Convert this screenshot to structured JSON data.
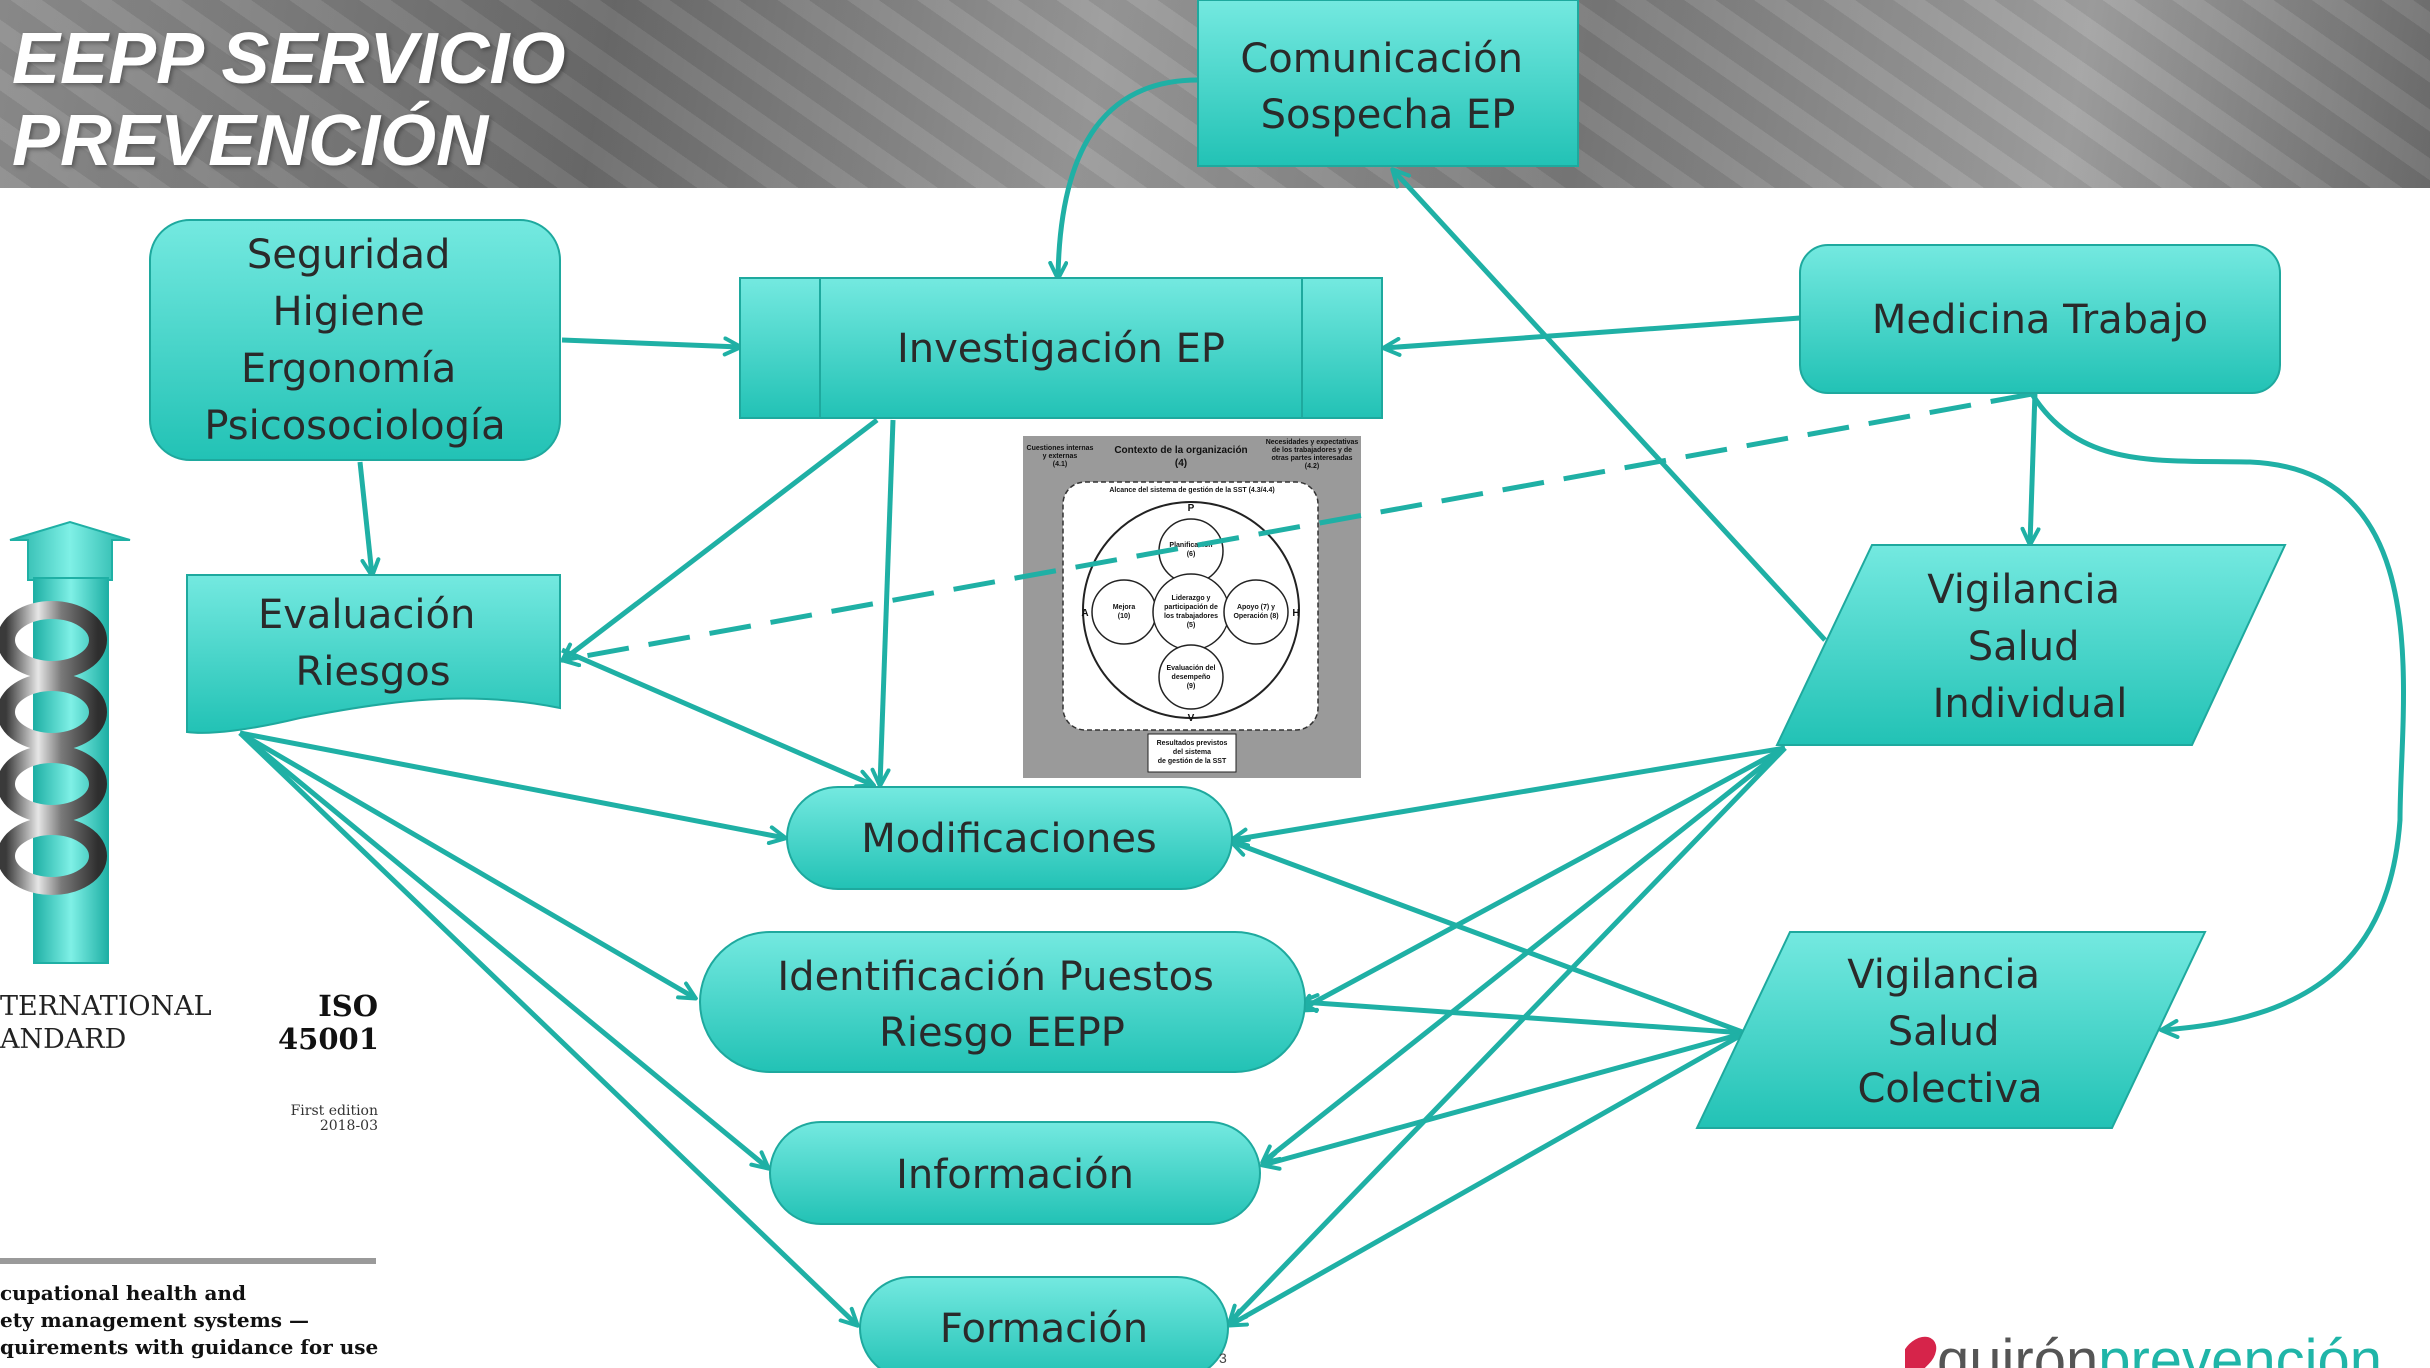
{
  "title": "EEPP SERVICIO\nPREVENCIÓN",
  "colors": {
    "node_fill_top": "#6fe6dd",
    "node_fill_bottom": "#22c4b7",
    "node_stroke": "#1ea99e",
    "edge": "#1fb0a5",
    "header_gray": "#8a8a8a"
  },
  "nodes": {
    "comunicacion": {
      "lines": [
        "Comunicación",
        "Sospecha EP"
      ]
    },
    "seguridad": {
      "lines": [
        "Seguridad",
        "Higiene",
        "Ergonomía",
        "Psicosociología"
      ]
    },
    "investigacion": {
      "lines": [
        "Investigación EP"
      ]
    },
    "medicina": {
      "lines": [
        "Medicina Trabajo"
      ]
    },
    "evaluacion": {
      "lines": [
        "Evaluación",
        "Riesgos"
      ]
    },
    "vigilancia_individual": {
      "lines": [
        "Vigilancia",
        "Salud",
        "Individual"
      ]
    },
    "vigilancia_colectiva": {
      "lines": [
        "Vigilancia",
        "Salud",
        "Colectiva"
      ]
    },
    "modificaciones": {
      "lines": [
        "Modificaciones"
      ]
    },
    "identificacion": {
      "lines": [
        "Identificación Puestos",
        "Riesgo EEPP"
      ]
    },
    "informacion": {
      "lines": [
        "Información"
      ]
    },
    "formacion": {
      "lines": [
        "Formación"
      ]
    }
  },
  "iso": {
    "standard_label": "TERNATIONAL\nANDARD",
    "number": "ISO\n45001",
    "edition": "First edition\n2018-03",
    "description": "cupational health and\nety management systems —\nquirements with guidance for use"
  },
  "pdca": {
    "context_title": "Contexto de la organización",
    "context_num": "(4)",
    "internal": [
      "Cuestiones internas",
      "y externas",
      "(4.1)"
    ],
    "needs": [
      "Necesidades y expectativas",
      "de los trabajadores y de",
      "otras partes interesadas",
      "(4.2)"
    ],
    "scope": "Alcance del sistema de gestión de la SST (4.3/4.4)",
    "p": "P",
    "h": "H",
    "v": "V",
    "a": "A",
    "planificacion": [
      "Planificación",
      "(6)"
    ],
    "liderazgo": [
      "Liderazgo y",
      "participación de",
      "los trabajadores",
      "(5)"
    ],
    "mejora": [
      "Mejora",
      "(10)"
    ],
    "apoyo": [
      "Apoyo (7) y",
      "Operación (8)"
    ],
    "evaluacion": [
      "Evaluación del",
      "desempeño",
      "(9)"
    ],
    "results": [
      "Resultados previstos",
      "del sistema",
      "de gestión de la SST"
    ]
  },
  "page_number": "3",
  "brand": {
    "part1": "quirón",
    "part2": "prevención"
  }
}
